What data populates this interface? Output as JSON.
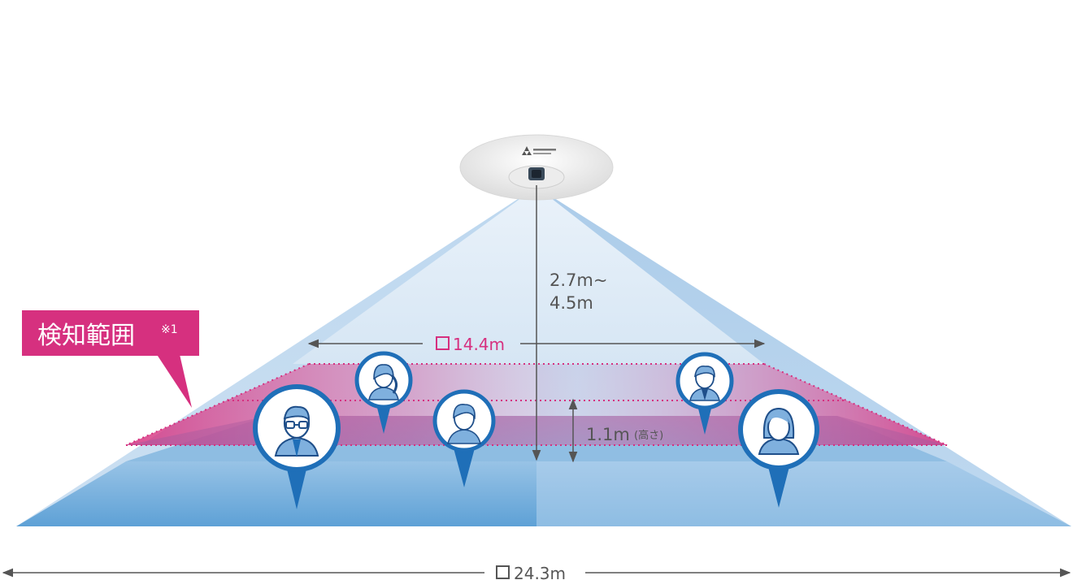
{
  "callout": {
    "label": "検知範囲",
    "note_mark": "※1"
  },
  "dimensions": {
    "ceiling_height_line1": "2.7m~",
    "ceiling_height_line2": "4.5m",
    "detection_width": "14.4m",
    "detection_height_value": "1.1m",
    "detection_height_label": "(高さ)",
    "floor_width": "24.3m"
  },
  "people": [
    {
      "icon": "man-with-glasses-icon"
    },
    {
      "icon": "woman-ponytail-icon"
    },
    {
      "icon": "young-man-icon"
    },
    {
      "icon": "man-in-suit-icon"
    },
    {
      "icon": "woman-long-hair-icon"
    }
  ],
  "colors": {
    "accent_pink": "#d6307f",
    "pin_blue": "#1f6fb8",
    "cone_light": "#dbe9f6",
    "floor_blue": "#6aa9d8",
    "dimension_gray": "#555555"
  }
}
